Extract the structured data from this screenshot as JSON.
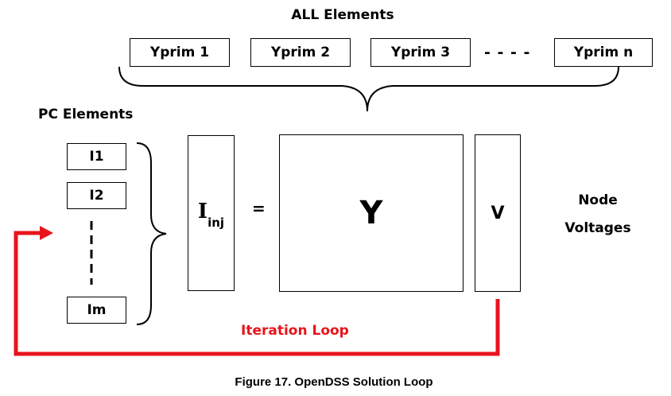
{
  "all_elements": {
    "title": "ALL Elements",
    "yprims": [
      "Yprim 1",
      "Yprim 2",
      "Yprim 3",
      "Yprim n"
    ],
    "ellipsis": "- - - -"
  },
  "pc_elements": {
    "title": "PC Elements",
    "currents": [
      "I1",
      "I2",
      "Im"
    ]
  },
  "equation": {
    "current_base": "I",
    "current_sub": "inj",
    "equals": "=",
    "matrix": "Y",
    "voltage": "V"
  },
  "node_voltages": {
    "line1": "Node",
    "line2": "Voltages"
  },
  "loop": {
    "label": "Iteration Loop",
    "color": "#e8141c"
  },
  "caption": "Figure 17. OpenDSS Solution Loop"
}
